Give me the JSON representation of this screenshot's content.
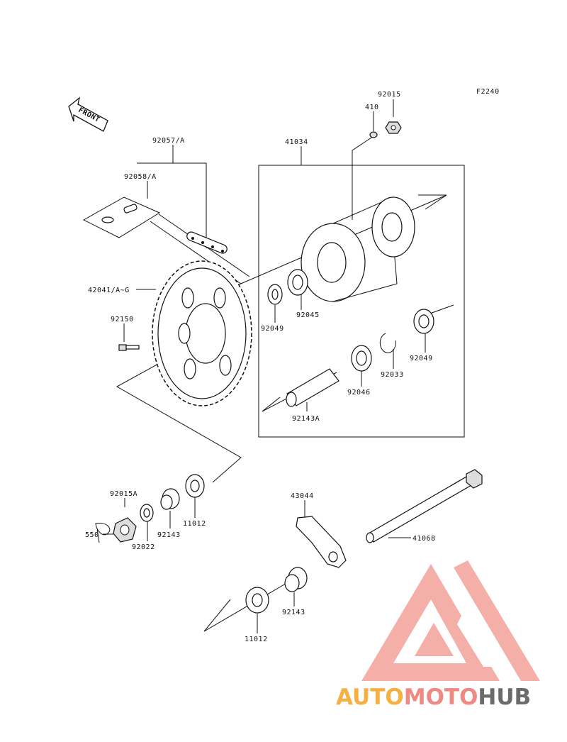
{
  "diagram": {
    "code": "F2240",
    "front_label": "FRONT",
    "parts": {
      "p92015": "92015",
      "p410": "410",
      "p41034": "41034",
      "p92057": "92057/A",
      "p92058": "92058/A",
      "p42041": "42041/A~G",
      "p92150": "92150",
      "p92049a": "92049",
      "p92045": "92045",
      "p92049b": "92049",
      "p92033": "92033",
      "p92046": "92046",
      "p92143A": "92143A",
      "p92015A": "92015A",
      "p550": "550",
      "p92022": "92022",
      "p92143a": "92143",
      "p11012a": "11012",
      "p43044": "43044",
      "p41068": "41068",
      "p92143b": "92143",
      "p11012b": "11012"
    }
  },
  "watermark": {
    "part1": "AUTO",
    "part2": "MOTO",
    "part3": "HUB",
    "colors": {
      "orange": "#f5b041",
      "red": "#ef8a82",
      "gray": "#6b6b6b"
    }
  }
}
